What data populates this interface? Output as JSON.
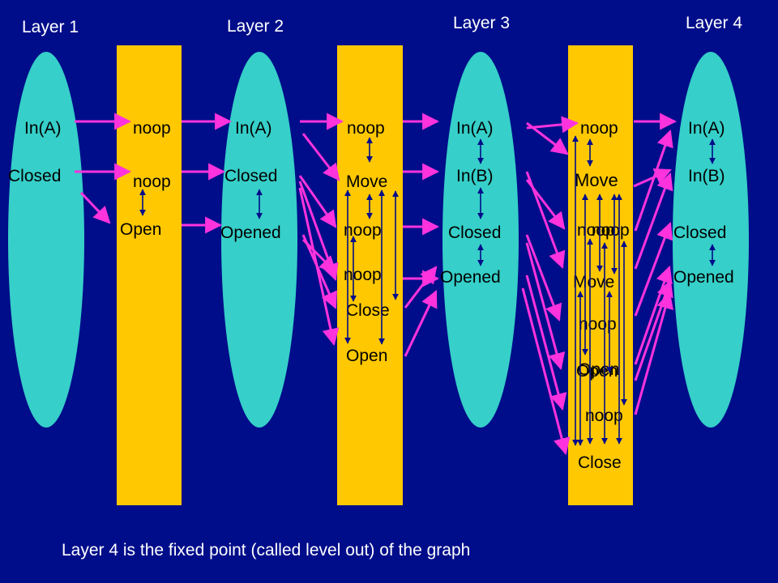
{
  "colors": {
    "background": "#000d8a",
    "proposition_layer": "#36cfc9",
    "action_layer": "#ffc800",
    "persistence_link": "#ff33dd",
    "mutex_link": "#000d8a",
    "text": "#000000",
    "heading_text": "#ffffff"
  },
  "headings": {
    "layer1": "Layer 1",
    "layer2": "Layer 2",
    "layer3": "Layer 3",
    "layer4": "Layer 4"
  },
  "columns": {
    "props1": [
      "In(A)",
      "Closed"
    ],
    "actions1": [
      "noop",
      "noop",
      "Open"
    ],
    "props2": [
      "In(A)",
      "Closed",
      "Opened"
    ],
    "actions2": [
      "noop",
      "Move",
      "noop",
      "noop",
      "Close",
      "Open"
    ],
    "props3": [
      "In(A)",
      "In(B)",
      "Closed",
      "Opened"
    ],
    "actions3": [
      "noop",
      "Move",
      "noop",
      "noop",
      "Move",
      "noop",
      "Open",
      "Open",
      "noop",
      "Close"
    ],
    "props4": [
      "In(A)",
      "In(B)",
      "Closed",
      "Opened"
    ]
  },
  "caption": "Layer 4 is the fixed point (called level out) of the graph"
}
